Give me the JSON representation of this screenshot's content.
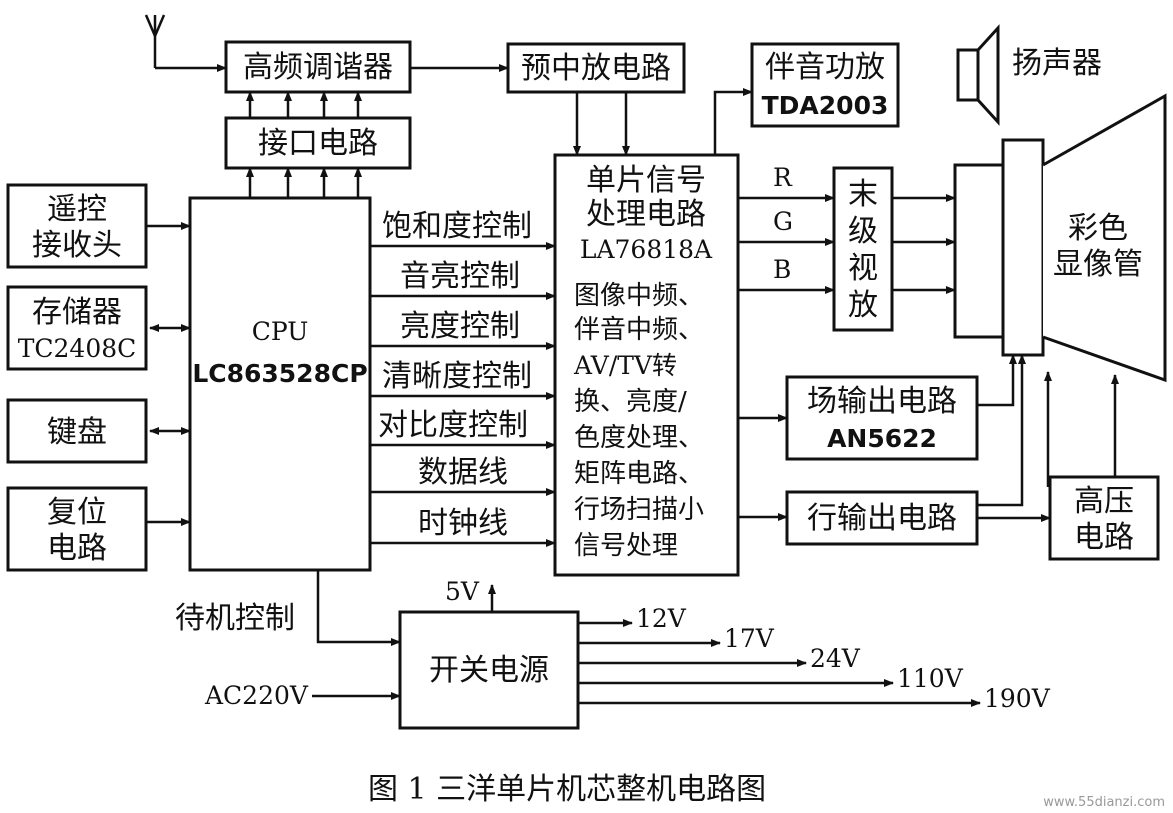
{
  "caption": "图 1  三洋单片机芯整机电路图",
  "watermark": "www.55dianzi.com",
  "blocks": {
    "tuner": "高频调谐器",
    "preamp": "预中放电路",
    "audio_amp_line1": "伴音功放",
    "audio_amp_line2": "TDA2003",
    "speaker": "扬声器",
    "interface": "接口电路",
    "remote_line1": "遥控",
    "remote_line2": "接收头",
    "memory_line1": "存储器",
    "memory_line2": "TC2408C",
    "keyboard": "键盘",
    "reset_line1": "复位",
    "reset_line2": "电路",
    "cpu_line1": "CPU",
    "cpu_line2": "LC863528CP",
    "soc_title_1": "单片信号",
    "soc_title_2": "处理电路",
    "soc_title_3": "LA76818A",
    "soc_func_1": "图像中频、",
    "soc_func_2": "伴音中频、",
    "soc_func_3": "AV/TV转",
    "soc_func_4": "换、亮度/",
    "soc_func_5": "色度处理、",
    "soc_func_6": "矩阵电路、",
    "soc_func_7": "行场扫描小",
    "soc_func_8": "信号处理",
    "video_out_1": "末",
    "video_out_2": "级",
    "video_out_3": "视",
    "video_out_4": "放",
    "crt_line1": "彩色",
    "crt_line2": "显像管",
    "vert_out_line1": "场输出电路",
    "vert_out_line2": "AN5622",
    "horiz_out": "行输出电路",
    "hv_line1": "高压",
    "hv_line2": "电路",
    "psu": "开关电源"
  },
  "signals": {
    "saturation": "饱和度控制",
    "volume": "音亮控制",
    "brightness": "亮度控制",
    "sharpness": "清晰度控制",
    "contrast": "对比度控制",
    "data_line": "数据线",
    "clock_line": "时钟线",
    "r": "R",
    "g": "G",
    "b": "B",
    "standby": "待机控制",
    "ac_in": "AC220V",
    "v5": "5V",
    "v12": "12V",
    "v17": "17V",
    "v24": "24V",
    "v110": "110V",
    "v190": "190V"
  }
}
